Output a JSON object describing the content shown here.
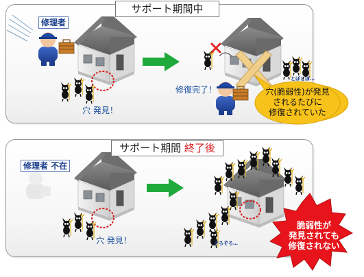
{
  "top": {
    "title": "サポート期間中",
    "repairer_label": "修理者",
    "hole_found": "穴 発見！",
    "repair_done": "修復完了！",
    "callout": [
      "穴(脆弱性)が発見",
      "されるたびに",
      "修復されていた"
    ],
    "crowd_text": "とぼとぼ…"
  },
  "bottom": {
    "title_prefix": "サポート期間 ",
    "title_suffix": "終了後",
    "repairer_absent_label": "修理者 不在",
    "hole_found": "穴 発見！",
    "crowd_text": "ぞろぞろ…",
    "burst": [
      "脆弱性が",
      "発見されても",
      "修復されない"
    ]
  },
  "colors": {
    "arrow": "#1faa3c",
    "hole_circle": "#d81f1f",
    "callout_fill": "#f7c21a",
    "burst_fill": "#e8141b"
  }
}
